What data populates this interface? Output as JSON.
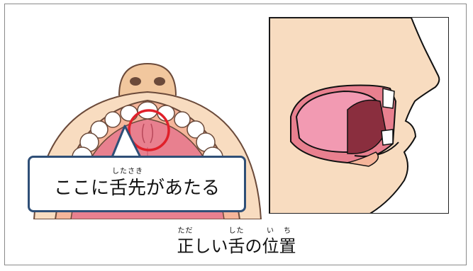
{
  "callout": {
    "before": "ここに",
    "ruby_word": "舌先",
    "ruby_reading": "したさき",
    "after": "があたる"
  },
  "caption": {
    "w1": "正",
    "r1": "ただ",
    "t1": "しい",
    "w2": "舌",
    "r2": "した",
    "t2": "の",
    "w3": "位",
    "r3": "い",
    "w4": "置",
    "r4": "ち"
  },
  "colors": {
    "skin": "#f8dcc0",
    "outline": "#6b4a3a",
    "mouth_inner": "#e8808f",
    "tongue": "#f29ab2",
    "dark_throat": "#8a2e3e",
    "highlight_ring": "#e0202a",
    "callout_border": "#2f4f77"
  }
}
